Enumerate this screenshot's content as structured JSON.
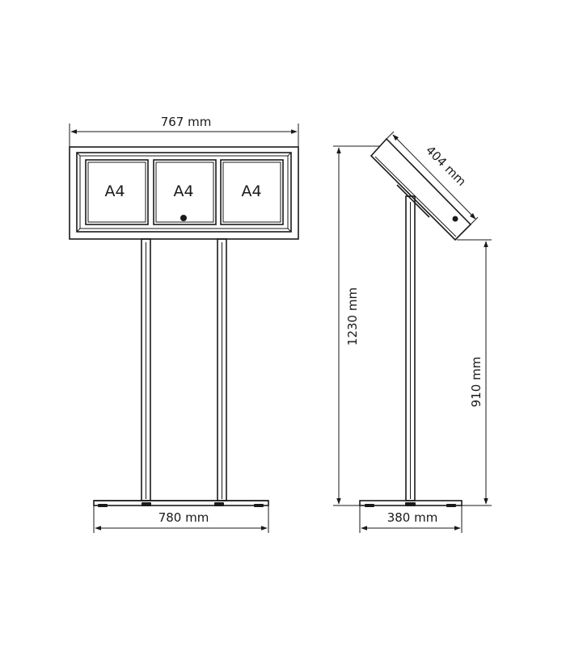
{
  "front_view": {
    "width_label": "767 mm",
    "base_label": "780 mm",
    "panels": [
      "A4",
      "A4",
      "A4"
    ]
  },
  "side_view": {
    "panel_label": "404 mm",
    "total_height_label": "1230 mm",
    "lower_height_label": "910 mm",
    "base_label": "380 mm"
  },
  "colors": {
    "line": "#1a1a1a",
    "background": "#ffffff"
  }
}
